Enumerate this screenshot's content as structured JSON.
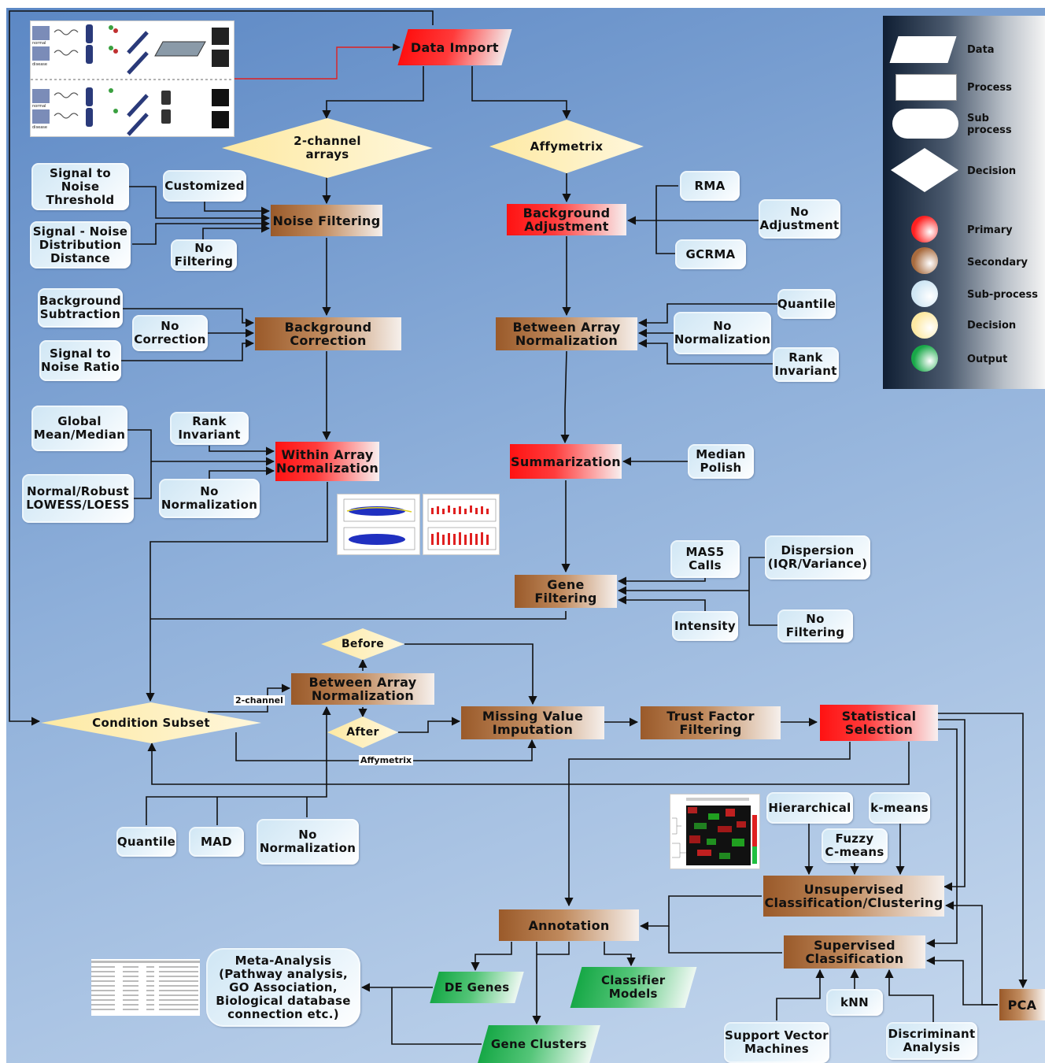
{
  "diagram": {
    "nodes": {
      "data_import": "Data Import",
      "two_channel": "2-channel\narrays",
      "affymetrix": "Affymetrix",
      "signal_noise_threshold": "Signal to\nNoise\nThreshold",
      "customized": "Customized",
      "noise_filtering": "Noise Filtering",
      "signal_noise_distribution": "Signal - Noise\nDistribution\nDistance",
      "no_filtering_1": "No\nFiltering",
      "rma": "RMA",
      "background_adjustment": "Background\nAdjustment",
      "no_adjustment": "No\nAdjustment",
      "gcrma": "GCRMA",
      "background_subtraction": "Background\nSubtraction",
      "no_correction": "No\nCorrection",
      "background_correction": "Background\nCorrection",
      "signal_noise_ratio": "Signal to\nNoise Ratio",
      "quantile_1": "Quantile",
      "between_array_norm_1": "Between Array\nNormalization",
      "no_normalization_1": "No\nNormalization",
      "rank_invariant_1": "Rank\nInvariant",
      "global_mean_median": "Global\nMean/Median",
      "rank_invariant_2": "Rank\nInvariant",
      "within_array_norm": "Within Array\nNormalization",
      "normal_robust_lowess": "Normal/Robust\nLOWESS/LOESS",
      "no_normalization_2": "No\nNormalization",
      "summarization": "Summarization",
      "median_polish": "Median\nPolish",
      "mas5_calls": "MAS5\nCalls",
      "dispersion": "Dispersion\n(IQR/Variance)",
      "gene_filtering": "Gene Filtering",
      "intensity": "Intensity",
      "no_filtering_2": "No\nFiltering",
      "before": "Before",
      "between_array_norm_2": "Between Array\nNormalization",
      "condition_subset": "Condition Subset",
      "after": "After",
      "missing_value": "Missing Value\nImputation",
      "trust_factor": "Trust Factor\nFiltering",
      "statistical_selection": "Statistical\nSelection",
      "quantile_2": "Quantile",
      "mad": "MAD",
      "no_normalization_3": "No\nNormalization",
      "hierarchical": "Hierarchical",
      "kmeans": "k-means",
      "fuzzy_cmeans": "Fuzzy\nC-means",
      "unsupervised": "Unsupervised\nClassification/Clustering",
      "annotation": "Annotation",
      "supervised": "Supervised\nClassification",
      "meta_analysis": "Meta-Analysis\n(Pathway analysis,\nGO Association,\nBiological database\nconnection etc.)",
      "de_genes": "DE Genes",
      "classifier_models": "Classifier\nModels",
      "knn": "kNN",
      "pca": "PCA",
      "gene_clusters": "Gene Clusters",
      "svm": "Support Vector\nMachines",
      "discriminant": "Discriminant\nAnalysis"
    },
    "edge_labels": {
      "two_channel": "2-channel",
      "affymetrix": "Affymetrix"
    }
  },
  "thumbnail_labels": {
    "normal": "normal",
    "disease": "disease"
  },
  "legend": {
    "shapes": [
      "Data",
      "Process",
      "Sub\nprocess",
      "Decision"
    ],
    "colors": [
      {
        "label": "Primary",
        "color": "#ff2020"
      },
      {
        "label": "Secondary",
        "color": "#a86b3e"
      },
      {
        "label": "Sub-process",
        "color": "#cfe6f4"
      },
      {
        "label": "Decision",
        "color": "#fde9a2"
      },
      {
        "label": "Output",
        "color": "#18a848"
      }
    ]
  },
  "colors": {
    "primary": "#ff2020",
    "secondary": "#a86b3e",
    "subprocess": "#cfe6f4",
    "decision": "#fde9a2",
    "output": "#18a848",
    "connector": "#111111"
  }
}
